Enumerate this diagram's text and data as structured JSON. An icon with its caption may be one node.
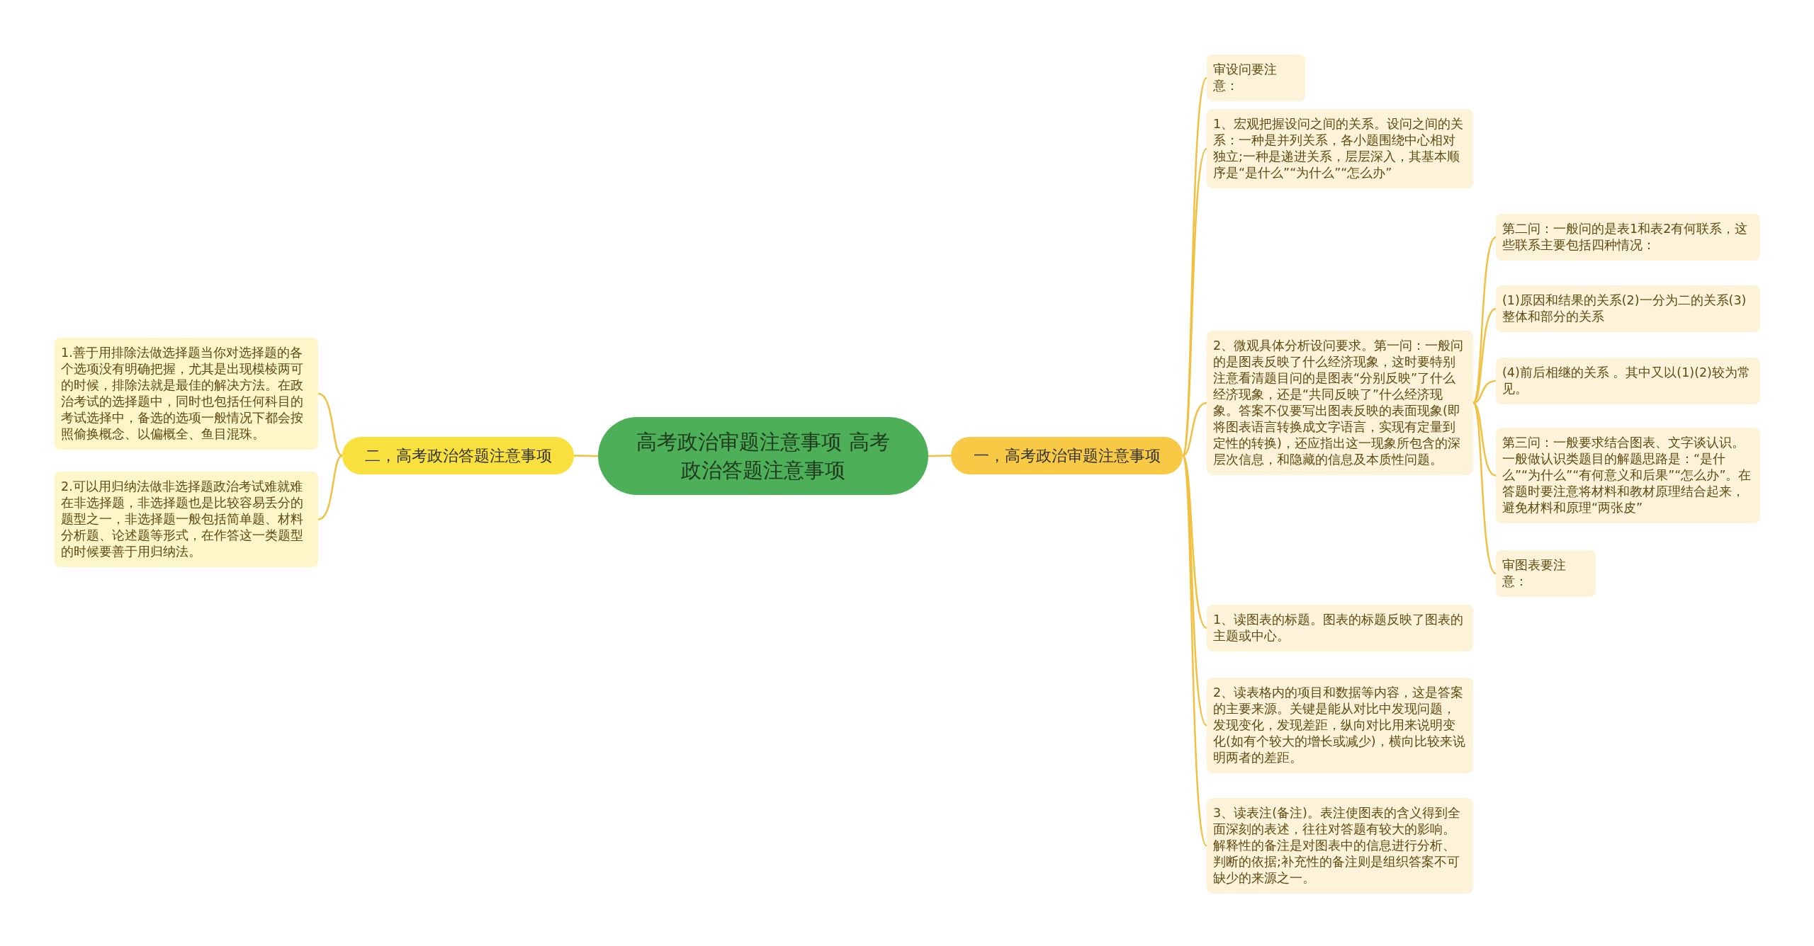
{
  "diagram": {
    "nodes": [
      {
        "text": [
          "高考政治审题注意事项 高考政治答题注意事项"
        ]
      },
      {
        "text": [
          "二，高考政治答题注意事项"
        ]
      },
      {
        "text": [
          "1.善于用排除法做选择题当你对选择题的各个选项没有明确把握，尤其是出现模棱两可的时候，排除法就是最佳的解决方法。在政治考试的选择题中，同时也包括任何科目的考试选择中，备选的选项一般情况下都会按照偷换概念、以偏概全、鱼目混珠。"
        ]
      },
      {
        "text": [
          "2.可以用归纳法做非选择题政治考试难就难在非选择题，非选择题也是比较容易丢分的题型之一，非选择题一般包括简单题、材料分析题、论述题等形式，在作答这一类题型的时候要善于用归纳法。"
        ]
      },
      {
        "text": [
          "一，高考政治审题注意事项"
        ]
      },
      {
        "text": [
          "审设问要注意："
        ]
      },
      {
        "text": [
          "1、宏观把握设问之间的关系。设问之间的关系：一种是并列关系，各小题围绕中心相对独立;一种是递进关系，层层深入，其基本顺序是“是什么”“为什么”“怎么办”"
        ]
      },
      {
        "text": [
          "2、微观具体分析设问要求。第一问：一般问的是图表反映了什么经济现象，这时要特别注意看清题目问的是图表“分别反映”了什么经济现象，还是“共同反映了”什么经济现象。答案不仅要写出图表反映的表面现象(即将图表语言转换成文字语言，实现有定量到定性的转换)，还应指出这一现象所包含的深层次信息，和隐藏的信息及本质性问题。"
        ]
      },
      {
        "text": [
          "1、读图表的标题。图表的标题反映了图表的主题或中心。"
        ]
      },
      {
        "text": [
          "2、读表格内的项目和数据等内容，这是答案的主要来源。关键是能从对比中发现问题，发现变化，发现差距，纵向对比用来说明变化(如有个较大的增长或减少)，横向比较来说明两者的差距。"
        ]
      },
      {
        "text": [
          "3、读表注(备注)。表注使图表的含义得到全面深刻的表述，往往对答题有较大的影响。解释性的备注是对图表中的信息进行分析、判断的依据;补充性的备注则是组织答案不可缺少的来源之一。"
        ]
      },
      {
        "text": [
          "第二问：一般问的是表1和表2有何联系，这些联系主要包括四种情况："
        ]
      },
      {
        "text": [
          "(1)原因和结果的关系(2)一分为二的关系(3)整体和部分的关系"
        ]
      },
      {
        "text": [
          "(4)前后相继的关系 。其中又以(1)(2)较为常见。"
        ]
      },
      {
        "text": [
          "第三问：一般要求结合图表、文字谈认识。一般做认识类题目的解题思路是：“是什么”“为什么”“有何意义和后果”“怎么办”。在答题时要注意将材料和教材原理结合起来，避免材料和原理“两张皮”"
        ]
      },
      {
        "text": [
          "审图表要注意："
        ]
      }
    ],
    "edges": [
      {
        "from": 0,
        "to": 1,
        "arrow": "none"
      },
      {
        "from": 1,
        "to": 2,
        "arrow": "none"
      },
      {
        "from": 1,
        "to": 3,
        "arrow": "none"
      },
      {
        "from": 0,
        "to": 4,
        "arrow": "none"
      },
      {
        "from": 4,
        "to": 5,
        "arrow": "none"
      },
      {
        "from": 4,
        "to": 6,
        "arrow": "none"
      },
      {
        "from": 4,
        "to": 7,
        "arrow": "none"
      },
      {
        "from": 4,
        "to": 8,
        "arrow": "none"
      },
      {
        "from": 4,
        "to": 9,
        "arrow": "none"
      },
      {
        "from": 4,
        "to": 10,
        "arrow": "none"
      },
      {
        "from": 7,
        "to": 11,
        "arrow": "none"
      },
      {
        "from": 7,
        "to": 12,
        "arrow": "none"
      },
      {
        "from": 7,
        "to": 13,
        "arrow": "none"
      },
      {
        "from": 7,
        "to": 14,
        "arrow": "none"
      },
      {
        "from": 7,
        "to": 15,
        "arrow": "none"
      }
    ]
  }
}
